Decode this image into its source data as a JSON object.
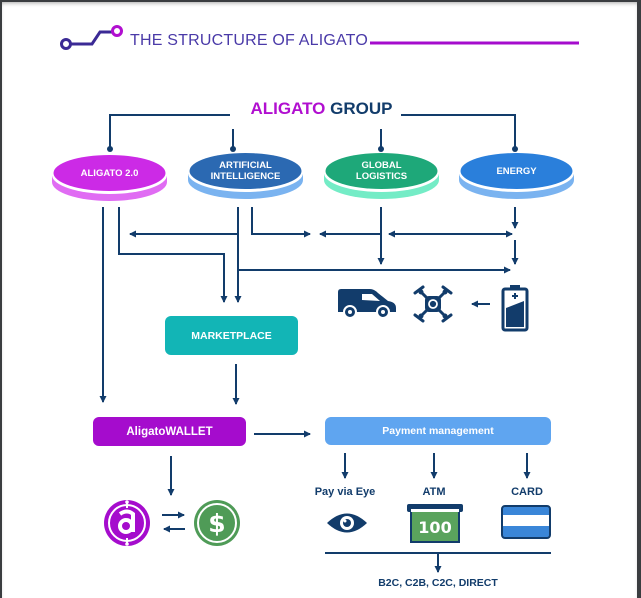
{
  "header": {
    "title": "THE STRUCTURE OF ALIGATO",
    "icon": "circuit-connector-icon"
  },
  "group": {
    "title_accent": "ALIGATO",
    "title_main": "GROUP"
  },
  "divisions": [
    {
      "label_line1": "ALIGATO 2.0",
      "label_line2": "",
      "top_color": "#cc2ae6",
      "side_color": "#e06cf3"
    },
    {
      "label_line1": "ARTIFICIAL",
      "label_line2": "INTELLIGENCE",
      "top_color": "#2b69b2",
      "side_color": "#7ab3f0"
    },
    {
      "label_line1": "GLOBAL",
      "label_line2": "LOGISTICS",
      "top_color": "#1ea879",
      "side_color": "#74ecc6"
    },
    {
      "label_line1": "ENERGY",
      "label_line2": "",
      "top_color": "#2a7fdb",
      "side_color": "#7ab3f0"
    }
  ],
  "energy_icons": [
    "van-icon",
    "drone-icon",
    "battery-icon"
  ],
  "marketplace": {
    "label": "MARKETPLACE"
  },
  "wallet": {
    "label": "AligatoWALLET"
  },
  "payment": {
    "label": "Payment management",
    "methods": [
      {
        "label": "Pay via Eye",
        "icon": "eye-icon"
      },
      {
        "label": "ATM",
        "icon": "atm-icon",
        "amount": "100"
      },
      {
        "label": "CARD",
        "icon": "card-icon"
      }
    ],
    "channels": "B2C, C2B, C2C, DIRECT"
  },
  "exchange": {
    "coin_icon": "aligato-coin-icon",
    "dollar_icon": "dollar-coin-icon",
    "dollar_symbol": "$"
  },
  "colors": {
    "navy": "#123c6b",
    "purple": "#a50ccd",
    "header_text": "#4a3aa8",
    "teal": "#12b5b6",
    "payment_blue": "#5fa5f0",
    "dollar_green": "#4f9b57",
    "atm_green": "#5aa35d"
  }
}
